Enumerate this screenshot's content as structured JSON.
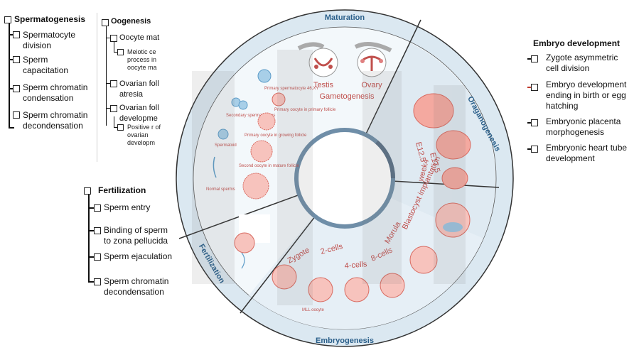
{
  "spermatogenesis": {
    "title": "Spermatogenesis",
    "items": [
      "Spermatocyte division",
      "Sperm capacitation",
      "Sperm chromatin condensation",
      "Sperm chromatin decondensation"
    ]
  },
  "oogenesis": {
    "title": "Oogenesis",
    "items": [
      {
        "label": "Oocyte mat",
        "children": [
          "Meiotic ce process in oocyte ma"
        ]
      },
      {
        "label": "Ovarian foll atresia",
        "children": []
      },
      {
        "label": "Ovarian foll developme",
        "children": [
          "Positive r of ovarian developm"
        ]
      }
    ]
  },
  "fertilization_tree": {
    "title": "Fertilization",
    "items": [
      "Sperm entry",
      "Binding of sperm to zona pellucida",
      "Sperm ejaculation",
      "Sperm chromatin decondensation"
    ]
  },
  "embryo_development": {
    "title": "Embryo development",
    "items": [
      "Zygote asymmetric cell division",
      "Embryo development ending in birth or egg hatching",
      "Embryonic placenta morphogenesis",
      "Embryonic heart tube development"
    ]
  },
  "wheel": {
    "sectors": {
      "maturation": "Maturation",
      "organogenesis": "Oraganogenesis",
      "embryogenesis": "Embryogenesis",
      "fertilization": "Fertilization"
    },
    "gametogenesis": {
      "testis": "Testis",
      "ovary": "Ovary",
      "label": "Gametogenesis"
    },
    "sperm_cells": [
      "Primary spermatocyte 46,XY",
      "Secondary spermatocytes",
      "Spermatoid",
      "Normal sperms"
    ],
    "oocyte_cells": [
      "Primary oocyte in primary follicle",
      "Primary oocyte in growing follicle",
      "Second oocyte in mature follicle"
    ],
    "organogenesis_stages": [
      "E12.5",
      "E17.5",
      "week4"
    ],
    "embryo_stages": [
      "Zygote",
      "2-cells",
      "4-cells",
      "8-cells",
      "Morula",
      "Blastocyst implantation"
    ],
    "embryo_note": "MLL oocyte"
  },
  "colors": {
    "ring_fill": "#dbe8f1",
    "sector_fill": "#eef5fa",
    "ring_stroke": "#333333",
    "label_blue": "#2a5f8a",
    "stage_red": "#c0504d",
    "cell_pink": "#f4a9a0"
  }
}
